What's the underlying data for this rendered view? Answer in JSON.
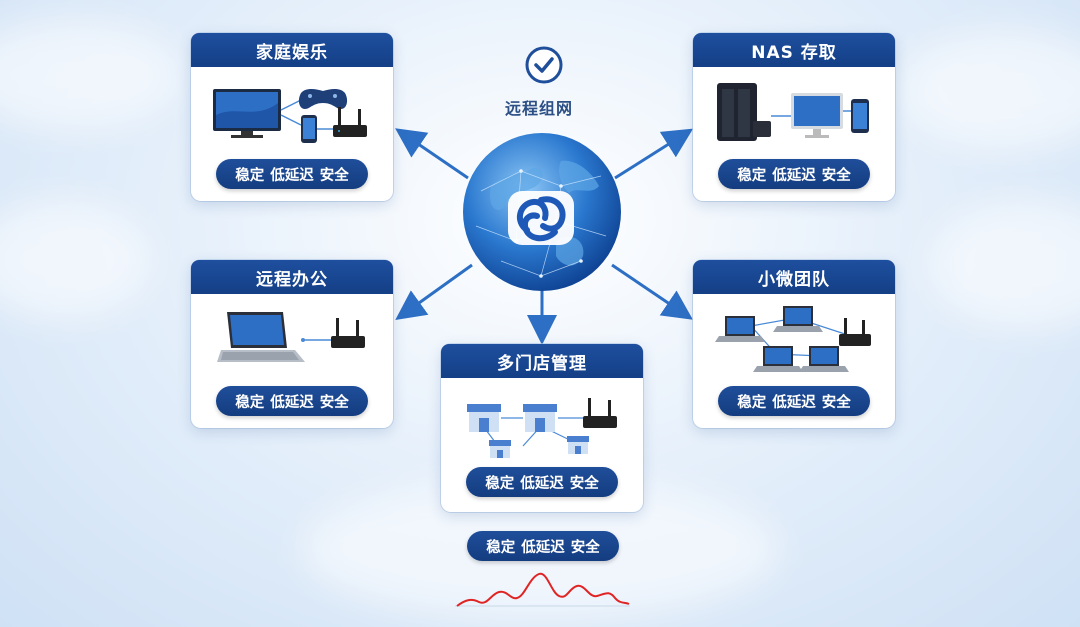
{
  "center": {
    "label": "远程组网",
    "check_icon": "check-circle-icon",
    "globe_icon": "globe-icon",
    "logo_icon": "interlocked-logo-icon"
  },
  "cards": [
    {
      "id": "home",
      "title": "家庭娱乐",
      "tags": [
        "稳定",
        "低延迟",
        "安全"
      ]
    },
    {
      "id": "nas",
      "title": "NAS 存取",
      "tags": [
        "稳定",
        "低延迟",
        "安全"
      ]
    },
    {
      "id": "office",
      "title": "远程办公",
      "tags": [
        "稳定",
        "低延迟",
        "安全"
      ]
    },
    {
      "id": "team",
      "title": "小微团队",
      "tags": [
        "稳定",
        "低延迟",
        "安全"
      ]
    },
    {
      "id": "store",
      "title": "多门店管理",
      "tags": [
        "稳定",
        "低延迟",
        "安全"
      ]
    }
  ],
  "bottom_pill": {
    "tags": [
      "稳定",
      "低延迟",
      "安全"
    ]
  },
  "colors": {
    "title_bar": "#1a4790",
    "pill": "#173f84",
    "arrow": "#2d6fc4",
    "signal": "#e02424"
  }
}
